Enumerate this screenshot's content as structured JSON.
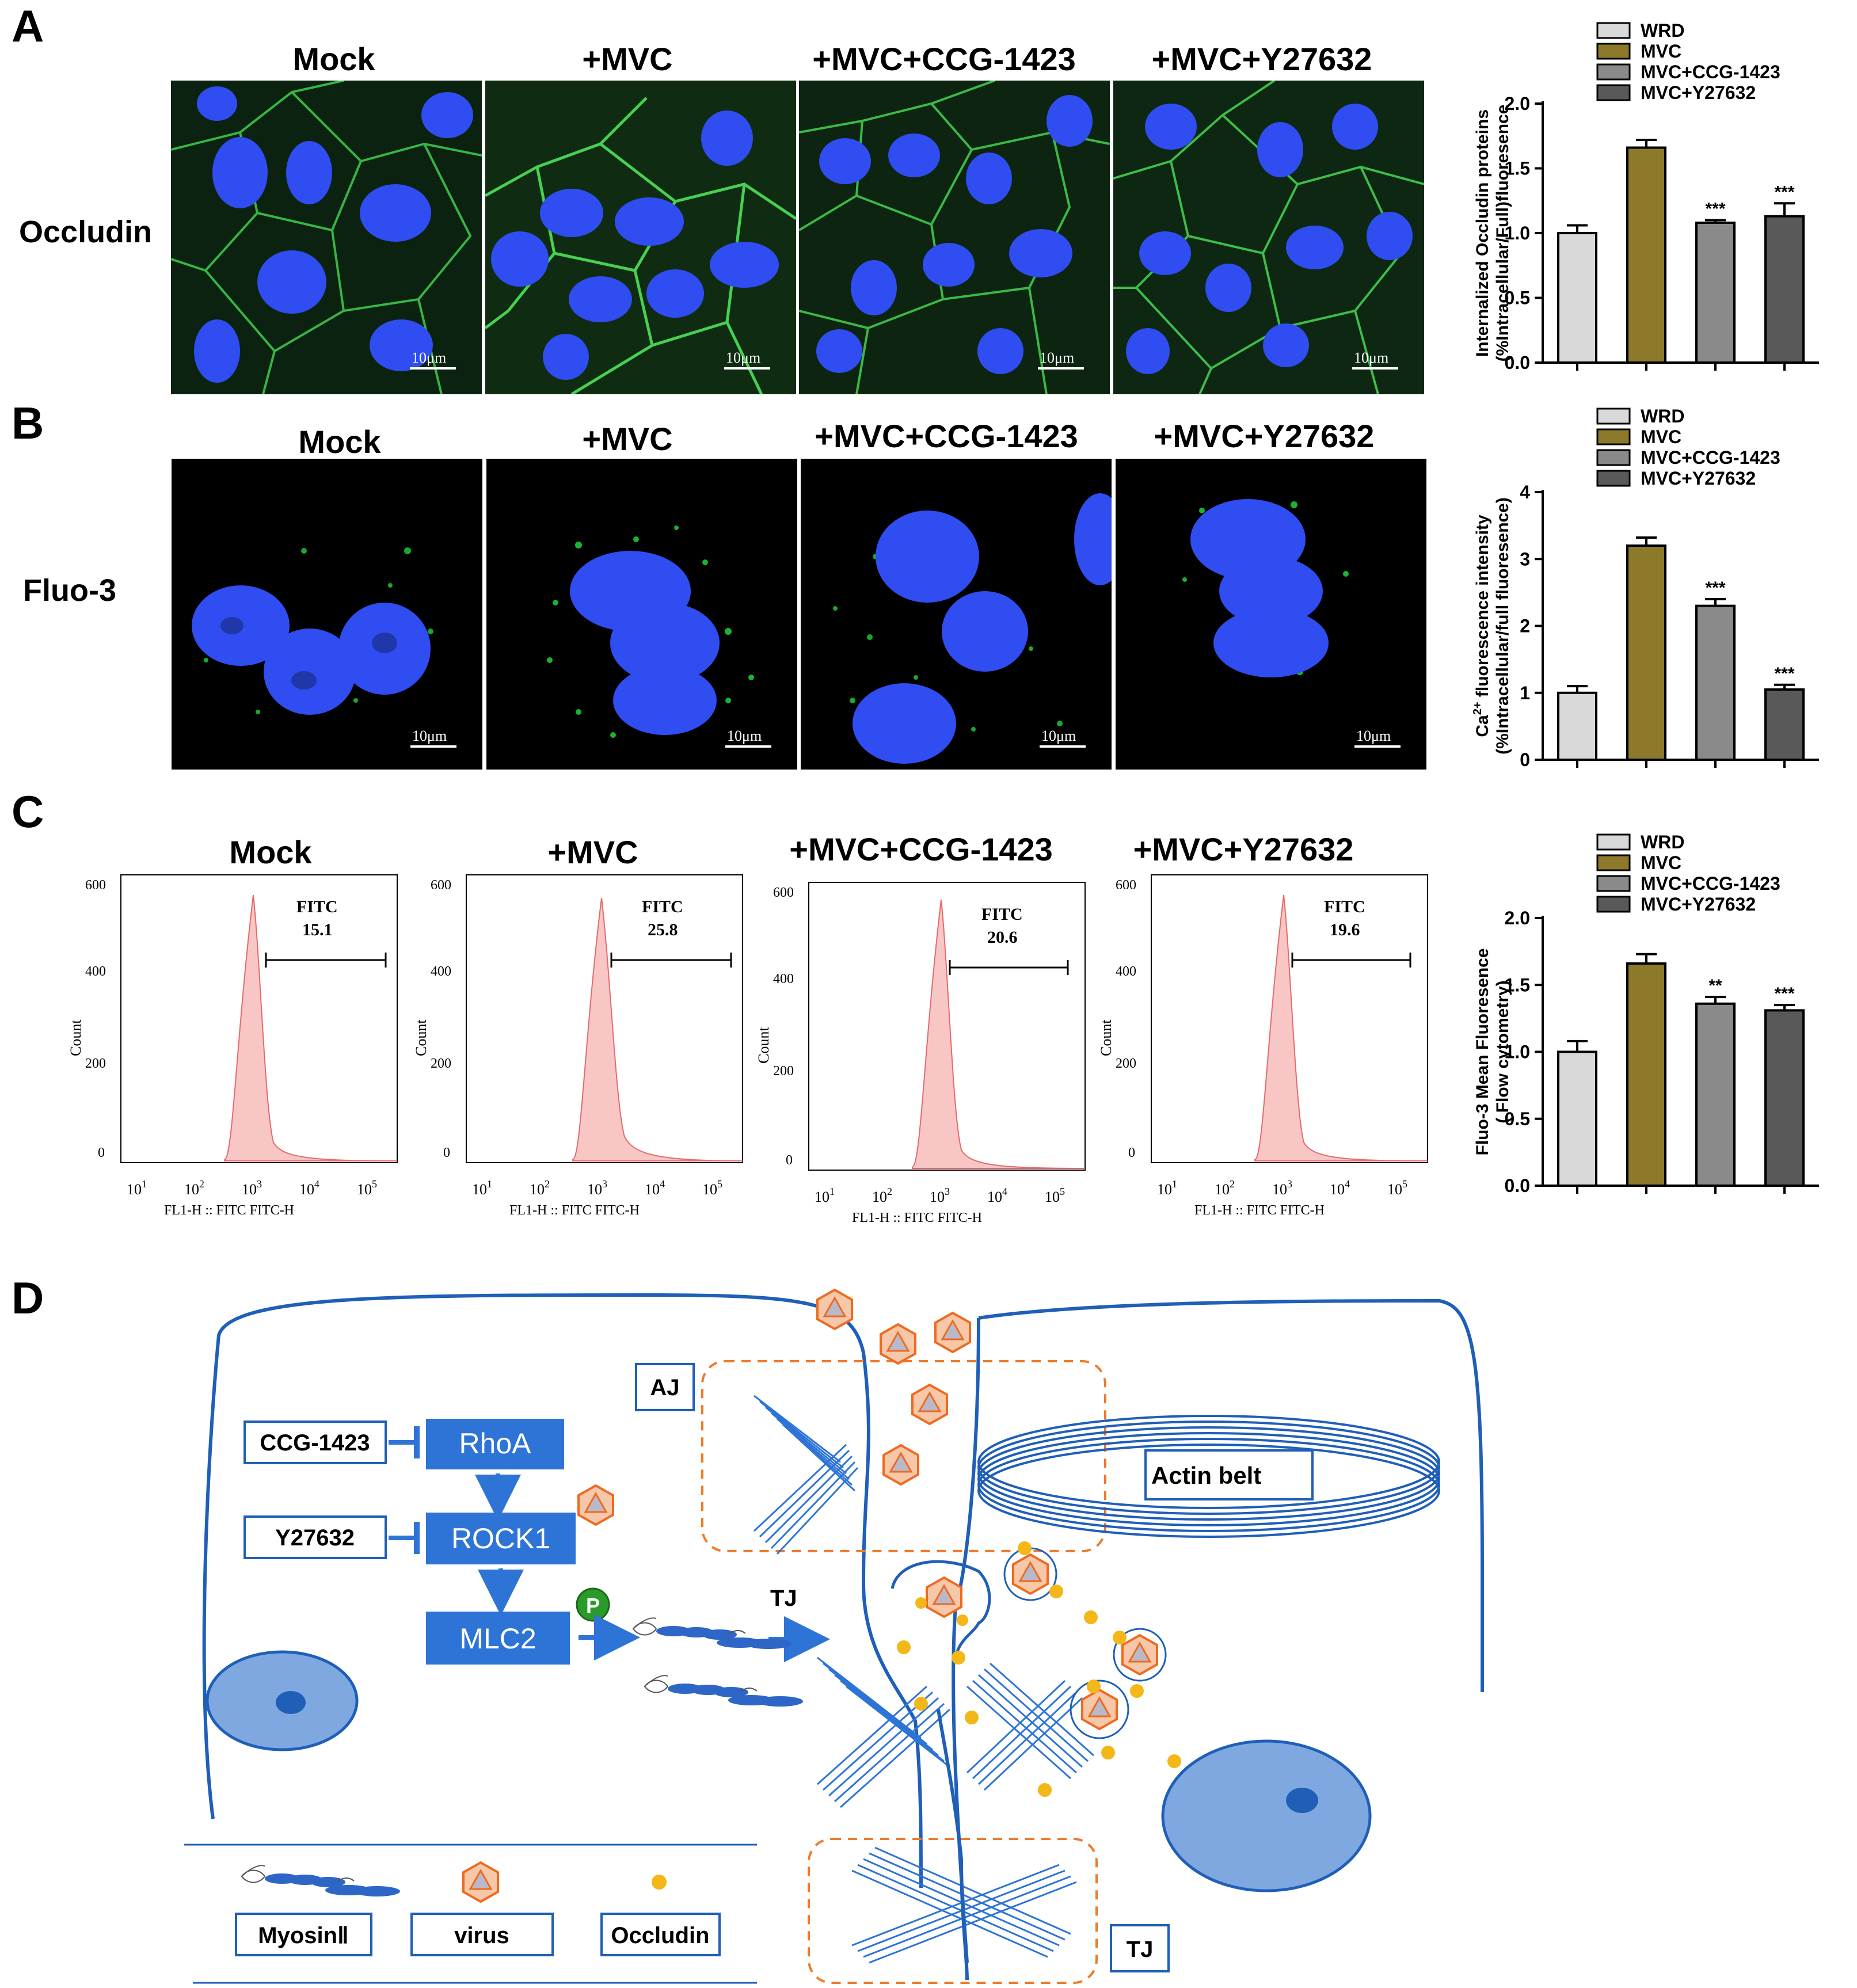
{
  "panels": {
    "A": {
      "letter": "A",
      "row_label": "Occludin",
      "columns": [
        "Mock",
        "+MVC",
        "+MVC+CCG-1423",
        "+MVC+Y27632"
      ],
      "scale_bar": "10μm"
    },
    "B": {
      "letter": "B",
      "row_label": "Fluo-3",
      "columns": [
        "Mock",
        "+MVC",
        "+MVC+CCG-1423",
        "+MVC+Y27632"
      ],
      "scale_bar": "10μm"
    },
    "C": {
      "letter": "C",
      "columns": [
        "Mock",
        "+MVC",
        "+MVC+CCG-1423",
        "+MVC+Y27632"
      ],
      "gate_label": "FITC",
      "gate_values": [
        "15.1",
        "25.8",
        "20.6",
        "19.6"
      ],
      "y_label": "Count",
      "x_label": "FL1-H :: FITC FITC-H",
      "y_ticks": [
        "0",
        "200",
        "400",
        "600"
      ],
      "x_ticks": [
        "10",
        "10",
        "10",
        "10",
        "10"
      ],
      "x_tick_exponents": [
        "1",
        "2",
        "3",
        "4",
        "5"
      ]
    },
    "D": {
      "letter": "D",
      "labels": {
        "aj": "AJ",
        "actin_belt": "Actin belt",
        "ccg": "CCG-1423",
        "rhoa": "RhoA",
        "y27632": "Y27632",
        "rock1": "ROCK1",
        "mlc2": "MLC2",
        "p": "P",
        "tj_top": "TJ",
        "tj_bottom": "TJ"
      },
      "legend": {
        "myosin": "MyosinⅡ",
        "virus": "virus",
        "occludin": "Occludin"
      }
    }
  },
  "chart_data": [
    {
      "type": "bar",
      "panel": "A",
      "categories": [
        "WRD",
        "MVC",
        "MVC+CCG-1423",
        "MVC+Y27632"
      ],
      "values": [
        1.0,
        1.66,
        1.08,
        1.13
      ],
      "errors": [
        0.06,
        0.06,
        0.02,
        0.1
      ],
      "significance": [
        "",
        "",
        "***",
        "***"
      ],
      "ylabel": "Internalized Occludin proteins (%Intracellular/Full)fluoresence",
      "ylim": [
        0,
        2.0
      ],
      "yticks": [
        0.0,
        0.5,
        1.0,
        1.5,
        2.0
      ],
      "ytick_labels": [
        "0.0",
        "0.5",
        "1.0",
        "1.5",
        "2.0"
      ],
      "colors": [
        "#d9d9d9",
        "#8c7a2a",
        "#8a8a8a",
        "#595959"
      ],
      "legend": "top"
    },
    {
      "type": "bar",
      "panel": "B",
      "categories": [
        "WRD",
        "MVC",
        "MVC+CCG-1423",
        "MVC+Y27632"
      ],
      "values": [
        1.0,
        3.2,
        2.3,
        1.05
      ],
      "errors": [
        0.1,
        0.12,
        0.1,
        0.07
      ],
      "significance": [
        "",
        "",
        "***",
        "***"
      ],
      "ylabel_pre": "Ca",
      "ylabel_sup": "2+",
      "ylabel_post": " fluorescence intensity",
      "ylabel_line2": "(%Intracellular/full fluoresence)",
      "ylim": [
        0,
        4
      ],
      "yticks": [
        0,
        1,
        2,
        3,
        4
      ],
      "ytick_labels": [
        "0",
        "1",
        "2",
        "3",
        "4"
      ],
      "colors": [
        "#d9d9d9",
        "#8c7a2a",
        "#8a8a8a",
        "#595959"
      ],
      "legend": "top"
    },
    {
      "type": "bar",
      "panel": "C",
      "categories": [
        "WRD",
        "MVC",
        "MVC+CCG-1423",
        "MVC+Y27632"
      ],
      "values": [
        1.0,
        1.66,
        1.36,
        1.31
      ],
      "errors": [
        0.08,
        0.07,
        0.05,
        0.04
      ],
      "significance": [
        "",
        "",
        "**",
        "***"
      ],
      "ylabel": "Fluo-3 Mean Fluoresence",
      "ylabel_line2": "( Flow cytometry)",
      "ylim": [
        0,
        2.0
      ],
      "yticks": [
        0.0,
        0.5,
        1.0,
        1.5,
        2.0
      ],
      "ytick_labels": [
        "0.0",
        "0.5",
        "1.0",
        "1.5",
        "2.0"
      ],
      "colors": [
        "#d9d9d9",
        "#8c7a2a",
        "#8a8a8a",
        "#595959"
      ],
      "legend": "top"
    }
  ]
}
